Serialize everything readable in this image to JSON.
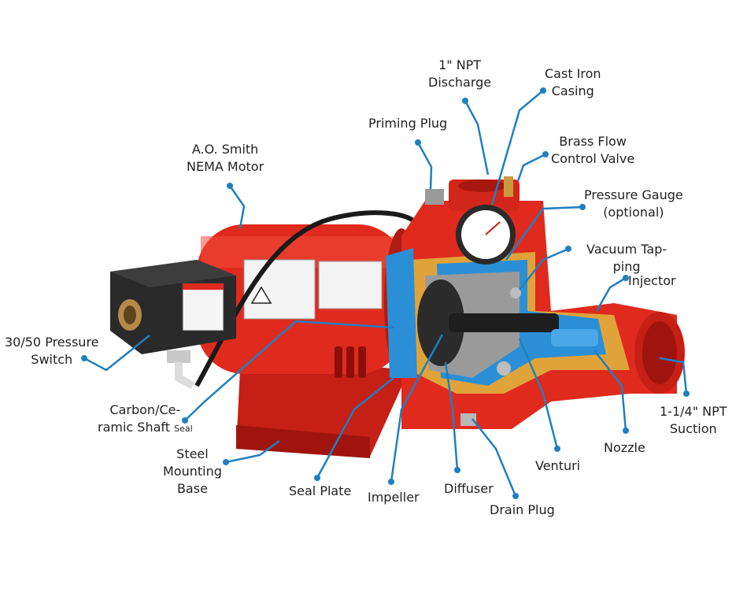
{
  "labels": {
    "npt_discharge": [
      "1\" NPT",
      "Discharge"
    ],
    "cast_iron_casing": [
      "Cast Iron",
      "Casing"
    ],
    "priming_plug": [
      "Priming Plug"
    ],
    "brass_flow_control_valve": [
      "Brass Flow",
      "Control Valve"
    ],
    "motor": [
      "A.O. Smith",
      "NEMA Motor"
    ],
    "pressure_gauge": [
      "Pressure Gauge",
      "(optional)"
    ],
    "vacuum_tapping": [
      "Vacuum Tap-",
      "ping"
    ],
    "injector": [
      "Injector"
    ],
    "pressure_switch": [
      "30/50 Pressure",
      "Switch"
    ],
    "shaft_seal": [
      "Carbon/Ce-",
      "ramic Shaft"
    ],
    "shaft_seal_suffix": "Seal",
    "npt_suction": [
      "1-1/4\" NPT",
      "Suction"
    ],
    "mounting_base": [
      "Steel",
      "Mounting",
      "Base"
    ],
    "nozzle": [
      "Nozzle"
    ],
    "venturi": [
      "Venturi"
    ],
    "seal_plate": [
      "Seal Plate"
    ],
    "diffuser": [
      "Diffuser"
    ],
    "impeller": [
      "Impeller"
    ],
    "drain_plug": [
      "Drain Plug"
    ]
  },
  "colors": {
    "leader": "#1f7fc1",
    "pump_red": "#e02a1e",
    "pump_dark_red": "#a8170f",
    "cutaway_blue": "#2a8fd6",
    "cutaway_gold": "#e0a33a",
    "switch_black": "#2a2a2a"
  }
}
